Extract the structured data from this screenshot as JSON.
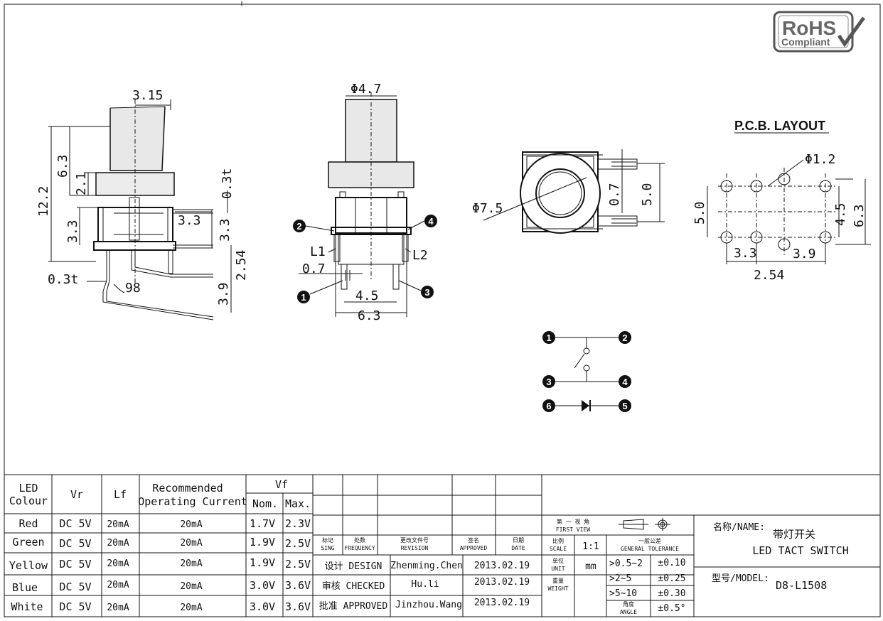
{
  "rohs": {
    "line1": "RoHS",
    "line2": "Compliant"
  },
  "side_view": {
    "d_top": "3.15",
    "d_cap": "6.3",
    "d_cap2": "2.1",
    "d_height": "12.2",
    "d_body": "3.3",
    "d_right1": "3.3",
    "d_right2": "3.3",
    "d_thk": "0.3t",
    "d_pitch": "2.54",
    "d_leg": "3.9",
    "d_thk2": "0.3t",
    "d_angle": "98"
  },
  "front_view": {
    "d_cap": "Φ4.7",
    "l1": "L1",
    "l2": "L2",
    "d_pin": "0.7",
    "d_inner": "4.5",
    "d_outer": "6.3",
    "p1": "1",
    "p2": "2",
    "p3": "3",
    "p4": "4"
  },
  "top_view": {
    "d_body": "Φ7.5",
    "d_small": "0.7",
    "d_width": "5.0"
  },
  "pcb": {
    "title": "P.C.B. LAYOUT",
    "d_hole": "Φ1.2",
    "d_left": "5.0",
    "d_r1": "4.5",
    "d_r2": "6.3",
    "d_a": "3.3",
    "d_b": "3.9",
    "d_c": "2.54"
  },
  "schematic": {
    "n1": "1",
    "n2": "2",
    "n3": "3",
    "n4": "4",
    "n5": "5",
    "n6": "6"
  },
  "led_table": {
    "h_colour": [
      "LED",
      "Colour"
    ],
    "h_vr": "Vr",
    "h_lf": "Lf",
    "h_rec": [
      "Recommended",
      "Operating Current"
    ],
    "h_vf": "Vf",
    "h_nom": "Nom.",
    "h_max": "Max.",
    "rows": [
      {
        "colour": "Red",
        "vr": "DC 5V",
        "lf": "20mA",
        "rec": "20mA",
        "nom": "1.7V",
        "max": "2.3V"
      },
      {
        "colour": "Green",
        "vr": "DC 5V",
        "lf": "20mA",
        "rec": "20mA",
        "nom": "1.9V",
        "max": "2.5V"
      },
      {
        "colour": "Yellow",
        "vr": "DC 5V",
        "lf": "20mA",
        "rec": "20mA",
        "nom": "1.9V",
        "max": "2.5V"
      },
      {
        "colour": "Blue",
        "vr": "DC 5V",
        "lf": "20mA",
        "rec": "20mA",
        "nom": "3.0V",
        "max": "3.6V"
      },
      {
        "colour": "White",
        "vr": "DC 5V",
        "lf": "20mA",
        "rec": "20mA",
        "nom": "3.0V",
        "max": "3.6V"
      }
    ]
  },
  "title_block": {
    "rev_heads": [
      "标记",
      "SING",
      "处数",
      "FREQUENCY",
      "更改文件号",
      "REVISION",
      "签名",
      "APPROVED",
      "日期",
      "DATE"
    ],
    "design": "设计 DESIGN",
    "design_name": "Zhenming.Chen",
    "design_date": "2013.02.19",
    "checked": "审核 CHECKED",
    "checked_name": "Hu.li",
    "checked_date": "2013.02.19",
    "approved": "批准 APPROVED",
    "approved_name": "Jinzhou.Wang",
    "approved_date": "2013.02.19",
    "view_cn": "第 一 视 角",
    "view_en": "FIRST VIEW",
    "scale_cn": "比例",
    "scale_en": "SCALE",
    "scale": "1:1",
    "unit_cn": "单位",
    "unit_en": "UNIT",
    "unit": "mm",
    "weight_cn": "重量",
    "weight_en": "WEIGHT",
    "tol_cn": "一般公差",
    "tol_en": "GENERAL TOLERANCE",
    "tol_rows": [
      {
        "range": ">0.5~2",
        "tol": "±0.10"
      },
      {
        "range": ">2~5",
        "tol": "±0.25"
      },
      {
        "range": ">5~10",
        "tol": "±0.30"
      }
    ],
    "angle_cn": "角度",
    "angle_en": "ANGLE",
    "angle_tol": "±0.5°",
    "name_label": "名称/NAME:",
    "name_cn": "带灯开关",
    "name_en": "LED TACT SWITCH",
    "model_label": "型号/MODEL:",
    "model": "D8-L1508"
  }
}
